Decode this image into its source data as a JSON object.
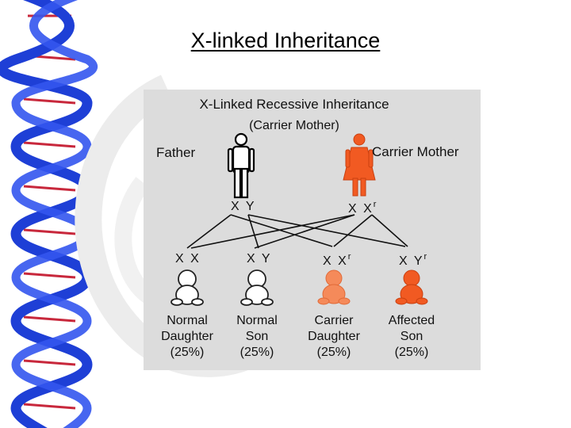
{
  "slide": {
    "title": "X-linked Inheritance"
  },
  "panel": {
    "title": "X-Linked Recessive Inheritance",
    "subtitle": "(Carrier Mother)",
    "parents": [
      {
        "label": "Father",
        "genotype": "X Y",
        "superscript": "",
        "color": "#000000"
      },
      {
        "label": "Carrier Mother",
        "genotype": "X X",
        "superscript": "r",
        "color": "#f15a22"
      }
    ],
    "children": [
      {
        "genotype": "X X",
        "superscript": "",
        "line1": "Normal",
        "line2": "Daughter",
        "line3": "(25%)",
        "color": "#ffffff"
      },
      {
        "genotype": "X Y",
        "superscript": "",
        "line1": "Normal",
        "line2": "Son",
        "line3": "(25%)",
        "color": "#ffffff"
      },
      {
        "genotype": "X X",
        "superscript": "r",
        "line1": "Carrier",
        "line2": "Daughter",
        "line3": "(25%)",
        "color": "#f58a5a"
      },
      {
        "genotype": "X Y",
        "superscript": "r",
        "line1": "Affected",
        "line2": "Son",
        "line3": "(25%)",
        "color": "#f15a22"
      }
    ]
  },
  "colors": {
    "dna_blue": "#1e3fd6",
    "dna_rung": "#c8283c",
    "panel_bg": "#dcdcdc"
  }
}
